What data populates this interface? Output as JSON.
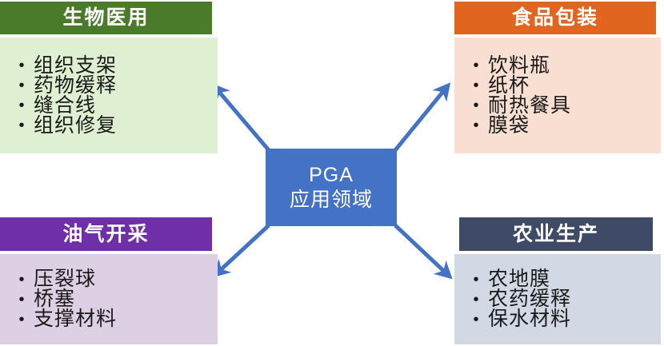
{
  "center": {
    "line1": "PGA",
    "line2": "应用领域",
    "color": "#4472C4"
  },
  "arrow": {
    "color": "#4472C4",
    "name": "connector-arrow"
  },
  "cards": [
    {
      "id": "biomedical",
      "title": "生物医用",
      "header_color": "#4A7B2B",
      "body_color": "#DFEFD2",
      "bullet": "•",
      "items": [
        "组织支架",
        "药物缓释",
        "缝合线",
        "组织修复"
      ]
    },
    {
      "id": "food",
      "title": "食品包装",
      "header_color": "#E2651F",
      "body_color": "#F8DFD2",
      "bullet": "•",
      "items": [
        "饮料瓶",
        "纸杯",
        "耐热餐具",
        "膜袋"
      ]
    },
    {
      "id": "oilgas",
      "title": "油气开采",
      "header_color": "#6E2FA8",
      "body_color": "#DDCFE4",
      "bullet": "•",
      "items": [
        "压裂球",
        "桥塞",
        "支撑材料"
      ]
    },
    {
      "id": "agriculture",
      "title": "农业生产",
      "header_color": "#3E4A66",
      "body_color": "#D2D8E4",
      "bullet": "•",
      "items": [
        "农地膜",
        "农药缓释",
        "保水材料"
      ]
    }
  ]
}
